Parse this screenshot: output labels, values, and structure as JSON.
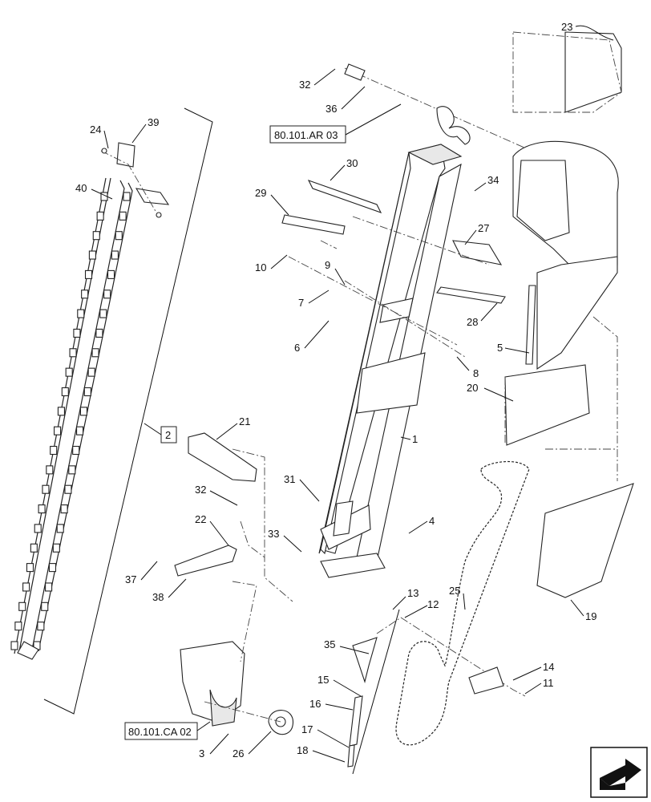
{
  "callouts": [
    {
      "id": "c1",
      "label": "1"
    },
    {
      "id": "c3",
      "label": "3"
    },
    {
      "id": "c4",
      "label": "4"
    },
    {
      "id": "c5",
      "label": "5"
    },
    {
      "id": "c6",
      "label": "6"
    },
    {
      "id": "c7",
      "label": "7"
    },
    {
      "id": "c8",
      "label": "8"
    },
    {
      "id": "c9",
      "label": "9"
    },
    {
      "id": "c10",
      "label": "10"
    },
    {
      "id": "c11",
      "label": "11"
    },
    {
      "id": "c12",
      "label": "12"
    },
    {
      "id": "c13",
      "label": "13"
    },
    {
      "id": "c14",
      "label": "14"
    },
    {
      "id": "c15",
      "label": "15"
    },
    {
      "id": "c16",
      "label": "16"
    },
    {
      "id": "c17",
      "label": "17"
    },
    {
      "id": "c18",
      "label": "18"
    },
    {
      "id": "c19",
      "label": "19"
    },
    {
      "id": "c20",
      "label": "20"
    },
    {
      "id": "c21",
      "label": "21"
    },
    {
      "id": "c22",
      "label": "22"
    },
    {
      "id": "c23",
      "label": "23"
    },
    {
      "id": "c24",
      "label": "24"
    },
    {
      "id": "c25",
      "label": "25"
    },
    {
      "id": "c26",
      "label": "26"
    },
    {
      "id": "c27",
      "label": "27"
    },
    {
      "id": "c28",
      "label": "28"
    },
    {
      "id": "c29",
      "label": "29"
    },
    {
      "id": "c30",
      "label": "30"
    },
    {
      "id": "c31",
      "label": "31"
    },
    {
      "id": "c32a",
      "label": "32"
    },
    {
      "id": "c32b",
      "label": "32"
    },
    {
      "id": "c33",
      "label": "33"
    },
    {
      "id": "c34",
      "label": "34"
    },
    {
      "id": "c35",
      "label": "35"
    },
    {
      "id": "c36",
      "label": "36"
    },
    {
      "id": "c37",
      "label": "37"
    },
    {
      "id": "c38",
      "label": "38"
    },
    {
      "id": "c39",
      "label": "39"
    },
    {
      "id": "c40",
      "label": "40"
    }
  ],
  "references": {
    "auger_ref": "80.101.AR 03",
    "boot_ref": "80.101.CA 02",
    "chain_group": "2"
  },
  "nav_icon": "next-page-arrow-icon"
}
